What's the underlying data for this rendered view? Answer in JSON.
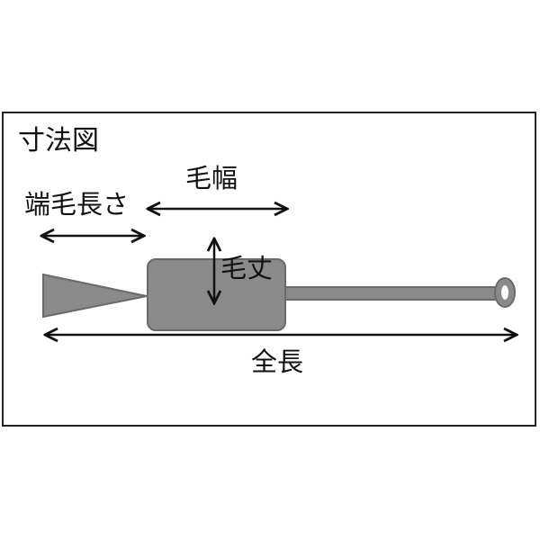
{
  "title": "寸法図",
  "labels": {
    "bristle_width": "毛幅",
    "tip_length": "端毛長さ",
    "bristle_height": "毛丈",
    "overall_length": "全長"
  },
  "colors": {
    "brush_fill": "#8a8a8a",
    "brush_stroke": "#6a6a6a",
    "arrow": "#111111"
  }
}
